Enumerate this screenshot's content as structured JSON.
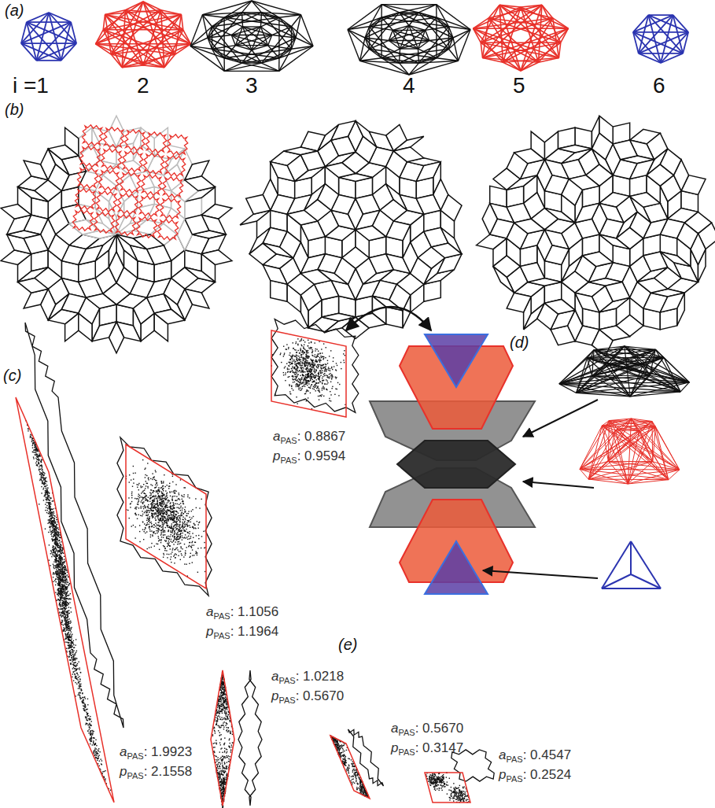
{
  "diagram": {
    "labels": [
      "(a)",
      "i =1",
      "2",
      "3",
      "4",
      "5",
      "6",
      "(b)",
      "(c)",
      "a",
      "PAS",
      ": 0.8867",
      "p",
      "PAS",
      ": 0.9594",
      "a",
      "PAS",
      ": 1.1056",
      "p",
      "PAS",
      ": 1.1964",
      "(d)",
      "a",
      "PAS",
      ": 1.9923",
      "p",
      "PAS",
      ": 2.1558",
      "(e)",
      "a",
      "PAS",
      ": 1.0218",
      "p",
      "PAS",
      ": 0.5670",
      "a",
      "PAS",
      ": 0.5670",
      "p",
      "PAS",
      ": 0.3147",
      "a",
      "PAS",
      ": 0.4547",
      "p",
      "PAS",
      ": 0.2524"
    ]
  }
}
